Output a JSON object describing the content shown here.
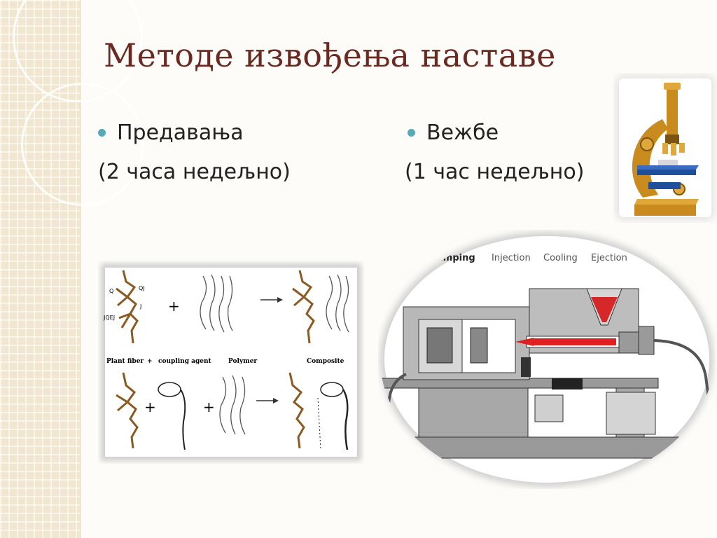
{
  "slide": {
    "title": "Методе извођења наставе",
    "left_column": {
      "bullet": "Предавања",
      "note": "(2 часа недељно)"
    },
    "right_column": {
      "bullet": "Вежбе",
      "note": "(1 час недељно)"
    }
  },
  "composite_diagram": {
    "labels": {
      "plant_fiber": "Plant fiber",
      "plus1": "+",
      "coupling_agent": "coupling agent",
      "plus2": "+",
      "polymer": "Polymer",
      "composite": "Composite"
    },
    "oh_labels": {
      "q": "Q",
      "qj": "QJ",
      "j": "J",
      "jqej": "JQEJ"
    }
  },
  "injection_diagram": {
    "stages": [
      "Clamping",
      "Injection",
      "Cooling",
      "Ejection"
    ]
  },
  "colors": {
    "title": "#6a2a22",
    "bullet": "#58a9b8",
    "accent_red": "#e02020"
  },
  "icons": [
    "microscope-icon"
  ]
}
